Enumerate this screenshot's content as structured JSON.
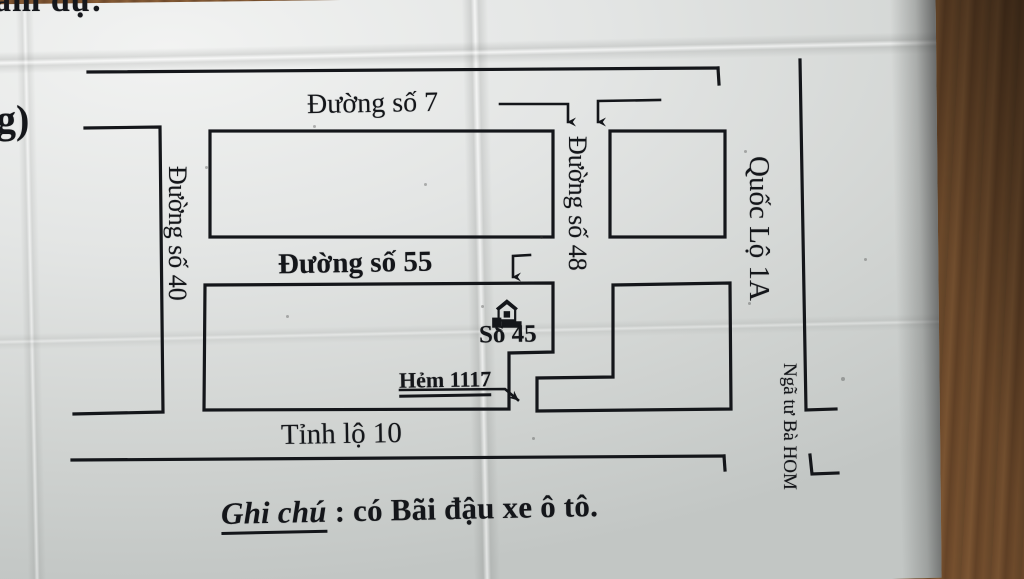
{
  "scene": {
    "medium": "photograph of a folded printed paper map lying on a wooden desk",
    "background_color": "#7a5230",
    "paper_color": "#e3e5e4",
    "ink_color": "#14161a"
  },
  "top_cut_text": "ầm dự.",
  "left_cut_text": "g)",
  "map": {
    "title_note": "hand-printed location sketch map",
    "street_labels": [
      {
        "id": "duong-so-7",
        "text": "Đường số 7",
        "orientation": "horizontal",
        "bold": false
      },
      {
        "id": "duong-so-55",
        "text": "Đường số 55",
        "orientation": "horizontal",
        "bold": true
      },
      {
        "id": "tinh-lo-10",
        "text": "Tỉnh lộ 10",
        "orientation": "horizontal",
        "bold": false
      },
      {
        "id": "duong-so-40",
        "text": "Đường số 40",
        "orientation": "vertical",
        "bold": false
      },
      {
        "id": "duong-so-48",
        "text": "Đường số 48",
        "orientation": "vertical",
        "bold": false
      },
      {
        "id": "quoc-lo-1a",
        "text": "Quốc Lộ 1A",
        "orientation": "vertical",
        "bold": false
      },
      {
        "id": "nga-tu-ba-hom",
        "text": "Ngã tư Bà HOM",
        "orientation": "vertical",
        "bold": false
      },
      {
        "id": "hem-1117",
        "text": "Hẻm 1117",
        "orientation": "horizontal",
        "bold": true,
        "underlined": true
      }
    ],
    "marker": {
      "id": "so-45",
      "label": "Số 45",
      "icon": "house-icon",
      "description": "house pictogram marking the destination address"
    },
    "arrows": [
      {
        "id": "arrow-duong-so-7-left",
        "direction": "down"
      },
      {
        "id": "arrow-duong-so-7-right",
        "direction": "down"
      },
      {
        "id": "arrow-to-so-45",
        "direction": "down"
      },
      {
        "id": "arrow-hem-1117",
        "direction": "right"
      }
    ]
  },
  "caption": {
    "lead": "Ghi chú",
    "separator": " : ",
    "body": "có Bãi đậu xe ô tô."
  }
}
